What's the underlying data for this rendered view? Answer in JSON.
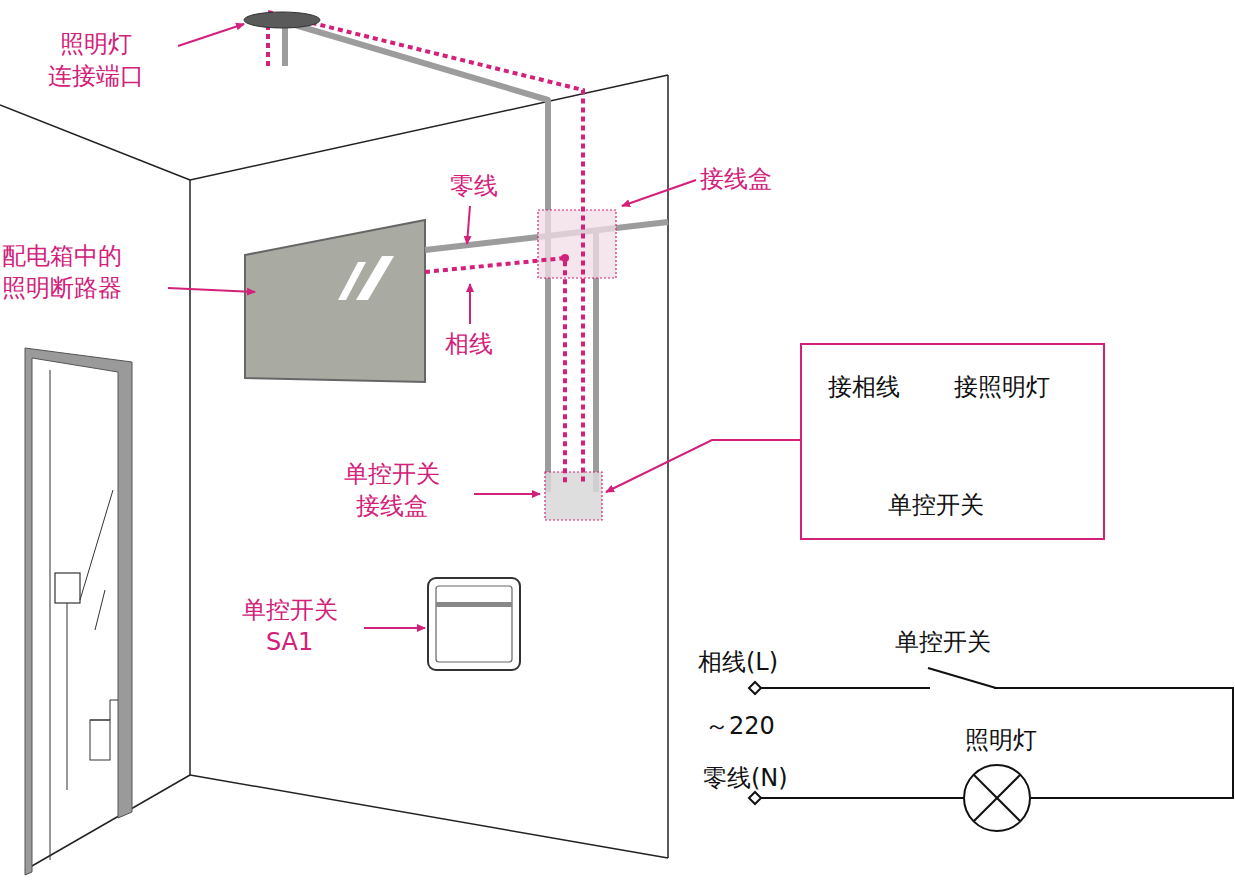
{
  "diagram": {
    "nodes": [
      {
        "text": [
          "接相线",
          "接照明灯",
          "单控开关"
        ]
      }
    ],
    "labels": [
      "照明灯 连接端口",
      "零线",
      "接线盒",
      "配电箱中的 照明断路器",
      "相线",
      "单控开关 接线盒",
      "单控开关 SA1",
      "相线(L)",
      "单控开关",
      "～220",
      "照明灯",
      "零线(N)"
    ]
  }
}
